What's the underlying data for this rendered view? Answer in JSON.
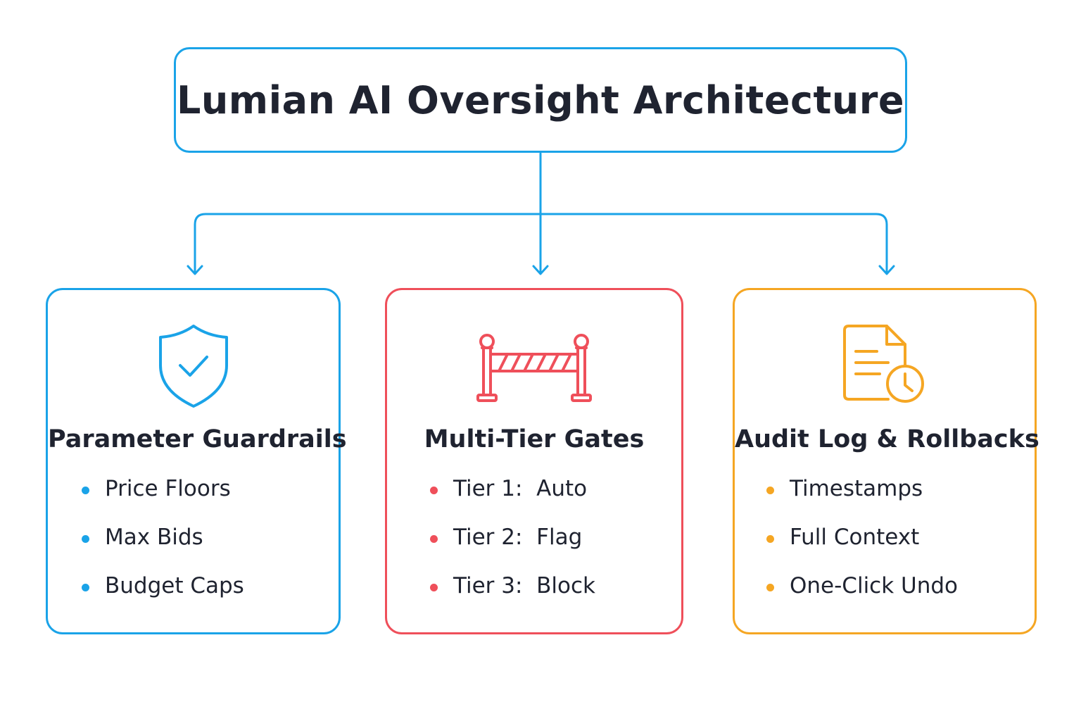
{
  "title": "Lumian AI Oversight Architecture",
  "colors": {
    "primary": "#1aa3e8",
    "red": "#ef4f5a",
    "orange": "#f5a623",
    "text": "#1f2330"
  },
  "cards": [
    {
      "heading": "Parameter Guardrails",
      "icon": "shield-check-icon",
      "color": "#1aa3e8",
      "items": [
        "Price Floors",
        "Max Bids",
        "Budget Caps"
      ]
    },
    {
      "heading": "Multi-Tier Gates",
      "icon": "barrier-gate-icon",
      "color": "#ef4f5a",
      "items": [
        "Tier 1:  Auto",
        "Tier 2:  Flag",
        "Tier 3:  Block"
      ]
    },
    {
      "heading": "Audit Log & Rollbacks",
      "icon": "document-clock-icon",
      "color": "#f5a623",
      "items": [
        "Timestamps",
        "Full Context",
        "One-Click Undo"
      ]
    }
  ]
}
